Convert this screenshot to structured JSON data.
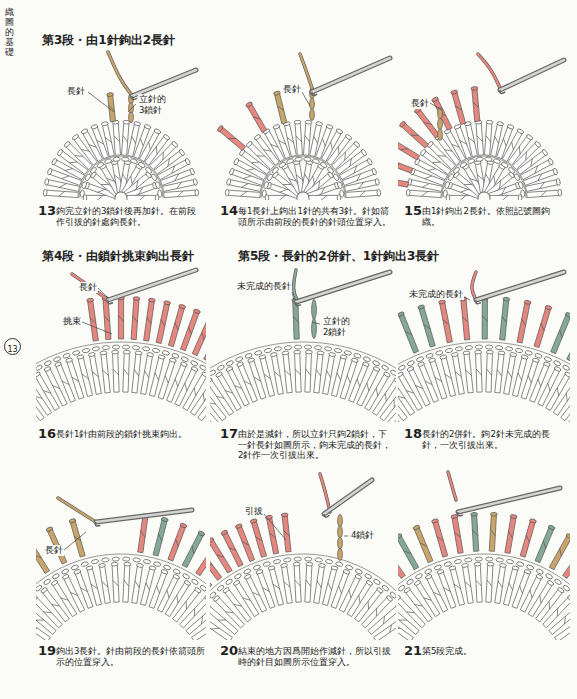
{
  "diagram": {
    "nodes": [
      {
        "text": [
          "13"
        ]
      }
    ],
    "labels": [
      "織圖的基礎",
      "第3段・由1針鉤出2長針",
      "長針",
      "立針的 3鎖針",
      "13",
      "鉤完立針的3鎖針後再加針。在前段作引拔的針處鉤長針。",
      "長針",
      "14",
      "每1長針上鉤出1針的共有3針。針如箭頭所示由前段的長針的針頭位置穿入。",
      "長針",
      "15",
      "由1針鉤出2長針。依照記號圖鉤織。",
      "第4段・由鎖針挑束鉤出長針",
      "第5段・長針的2併針、1針鉤出3長針",
      "長針",
      "挑束",
      "16",
      "長針1針由前段的鎖針挑束鉤出。",
      "未完成的長針",
      "立針的 2鎖針",
      "17",
      "由於是減針，所以立針只鉤2鎖針，下一針長針如圖所示，鉤未完成的長針，2針作一次引拔出來。",
      "未完成的長針",
      "18",
      "長針的2併針。鉤2針未完成的長針，一次引拔出來。",
      "長針",
      "19",
      "鉤出3長針。針由前段的長針依箭頭所示的位置穿入。",
      "引拔",
      "4鎖針",
      "20",
      "結束的地方因爲開始作減針，所以引拔時的針目如圖所示位置穿入。",
      "21",
      "第5段完成。"
    ]
  }
}
